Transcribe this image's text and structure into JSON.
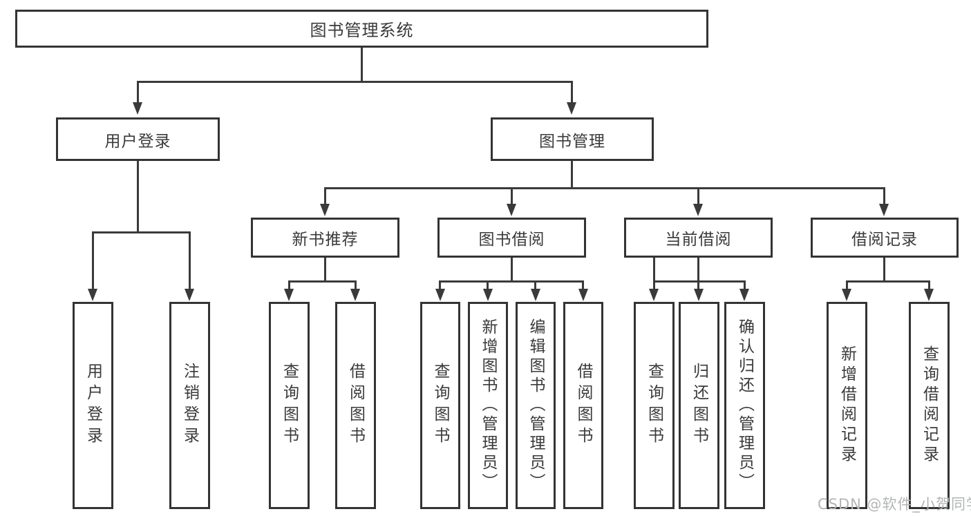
{
  "diagram": {
    "type": "hierarchy-tree",
    "colors": {
      "line": "#3a3a3a",
      "box_border": "#333333",
      "background": "#ffffff",
      "watermark": "#b2b4b6"
    },
    "watermark": {
      "text": "CSDN @软件_小贺同学"
    },
    "nodes": {
      "root": {
        "label": "图书管理系统",
        "level": 0
      },
      "user_login": {
        "label": "用户登录",
        "level": 1,
        "parent": "root"
      },
      "book_mgmt": {
        "label": "图书管理",
        "level": 1,
        "parent": "root"
      },
      "new_book_rec": {
        "label": "新书推荐",
        "level": 2,
        "parent": "book_mgmt"
      },
      "book_borrow": {
        "label": "图书借阅",
        "level": 2,
        "parent": "book_mgmt"
      },
      "current_borrow": {
        "label": "当前借阅",
        "level": 2,
        "parent": "book_mgmt"
      },
      "borrow_record": {
        "label": "借阅记录",
        "level": 2,
        "parent": "book_mgmt"
      },
      "leaf_user_login": {
        "label": "用户登录",
        "level": 3,
        "parent": "user_login"
      },
      "leaf_logout": {
        "label": "注销登录",
        "level": 3,
        "parent": "user_login"
      },
      "leaf_query_book_newrec": {
        "label": "查询图书",
        "level": 3,
        "parent": "new_book_rec"
      },
      "leaf_borrow_book_newrec": {
        "label": "借阅图书",
        "level": 3,
        "parent": "new_book_rec"
      },
      "leaf_query_book_borrow": {
        "label": "查询图书",
        "level": 3,
        "parent": "book_borrow"
      },
      "leaf_add_book_admin": {
        "label": "新增图书（管理员）",
        "level": 3,
        "parent": "book_borrow"
      },
      "leaf_edit_book_admin": {
        "label": "编辑图书（管理员）",
        "level": 3,
        "parent": "book_borrow"
      },
      "leaf_borrow_book_borrow": {
        "label": "借阅图书",
        "level": 3,
        "parent": "book_borrow"
      },
      "leaf_query_book_current": {
        "label": "查询图书",
        "level": 3,
        "parent": "current_borrow"
      },
      "leaf_return_book": {
        "label": "归还图书",
        "level": 3,
        "parent": "current_borrow"
      },
      "leaf_confirm_return_admin": {
        "label": "确认归还（管理员）",
        "level": 3,
        "parent": "current_borrow"
      },
      "leaf_add_borrow_record": {
        "label": "新增借阅记录",
        "level": 3,
        "parent": "borrow_record"
      },
      "leaf_query_borrow_record": {
        "label": "查询借阅记录",
        "level": 3,
        "parent": "borrow_record"
      }
    }
  }
}
